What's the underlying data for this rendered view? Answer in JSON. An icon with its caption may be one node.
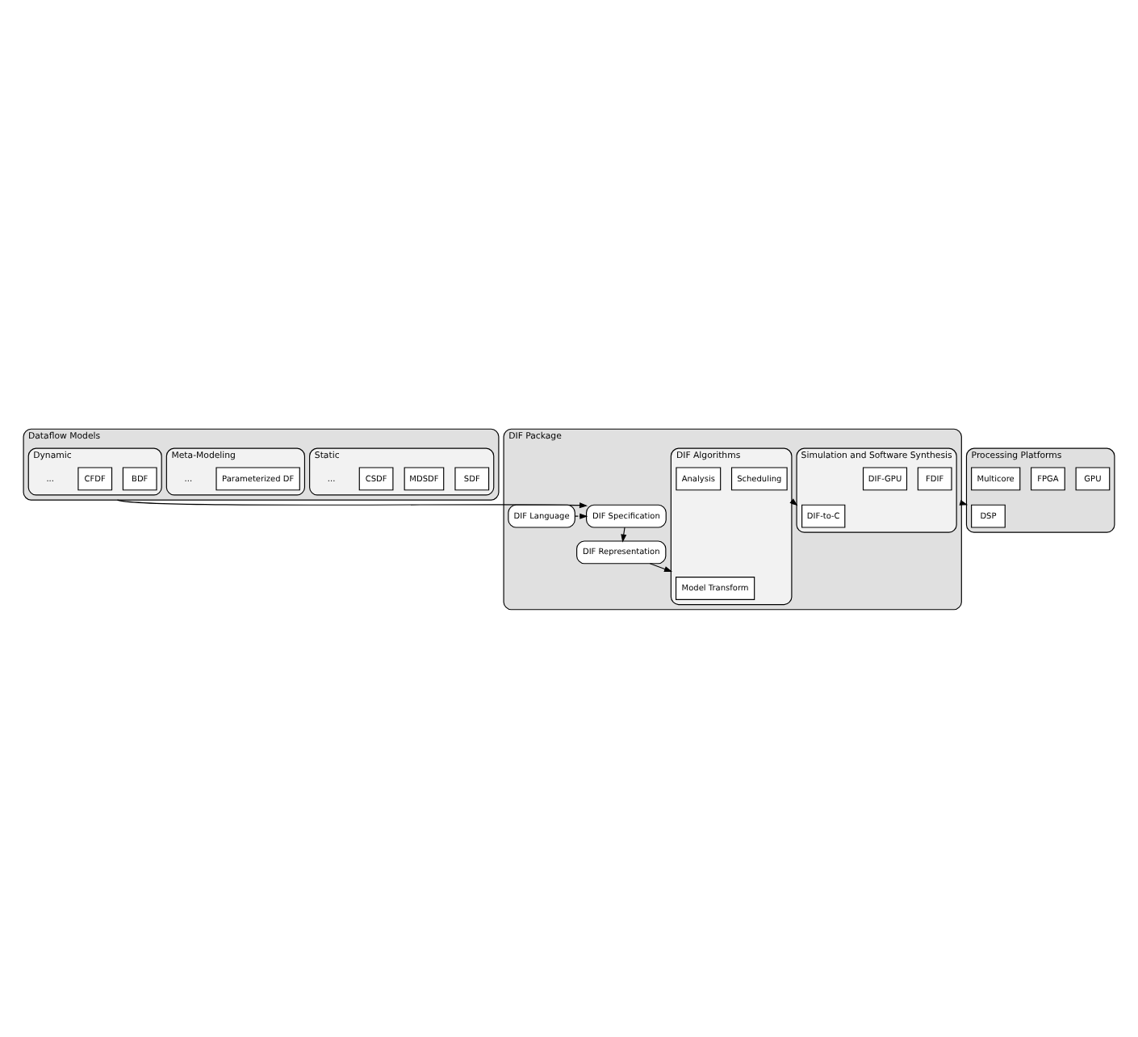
{
  "diagram": {
    "nodes": [
      {
        "text": [
          "Dataflow Models"
        ]
      },
      {
        "text": [
          "Static"
        ],
        "in": 0
      },
      {
        "text": [
          "SDF"
        ],
        "in": 1
      },
      {
        "text": [
          "MDSDF"
        ],
        "in": 1
      },
      {
        "text": [
          "CSDF"
        ],
        "in": 1
      },
      {
        "text": [
          "Meta-Modeling"
        ],
        "in": 0
      },
      {
        "text": [
          "Parameterized DF"
        ],
        "in": 5
      },
      {
        "text": [
          "Dynamic"
        ],
        "in": 0
      },
      {
        "text": [
          "BDF"
        ],
        "in": 7
      },
      {
        "text": [
          "CFDF"
        ],
        "in": 7
      },
      {
        "text": [
          "DIF Package"
        ]
      },
      {
        "text": [
          "DIF Specification"
        ],
        "in": 10
      },
      {
        "text": [
          "DIF Language"
        ],
        "in": 10
      },
      {
        "text": [
          "DIF Representation"
        ],
        "in": 10
      },
      {
        "text": [
          "DIF Algorithms"
        ],
        "in": 10
      },
      {
        "text": [
          "Model Transform"
        ],
        "in": 14
      },
      {
        "text": [
          "Scheduling"
        ],
        "in": 14
      },
      {
        "text": [
          "Analysis"
        ],
        "in": 14
      },
      {
        "text": [
          "Simulation and Software Synthesis"
        ],
        "in": 10
      },
      {
        "text": [
          "DIF-to-C"
        ],
        "in": 18
      },
      {
        "text": [
          "FDIF"
        ],
        "in": 18
      },
      {
        "text": [
          "DIF-GPU"
        ],
        "in": 18
      },
      {
        "text": [
          "Processing Platforms"
        ]
      },
      {
        "text": [
          "DSP"
        ],
        "in": 22
      },
      {
        "text": [
          "GPU"
        ],
        "in": 22
      },
      {
        "text": [
          "FPGA"
        ],
        "in": 22
      },
      {
        "text": [
          "Multicore"
        ],
        "in": 22
      }
    ],
    "edges": [
      {
        "from": 0,
        "to": 11,
        "arrow": "to"
      },
      {
        "from": 12,
        "to": 11,
        "arrow": "to",
        "style": "dashed"
      },
      {
        "from": 11,
        "to": 13,
        "arrow": "to"
      },
      {
        "from": 13,
        "to": 14,
        "arrow": "to"
      },
      {
        "from": 14,
        "to": 18,
        "arrow": "to"
      },
      {
        "from": 10,
        "to": 22,
        "arrow": "to"
      }
    ],
    "labels": [
      "...",
      "...",
      "..."
    ]
  }
}
